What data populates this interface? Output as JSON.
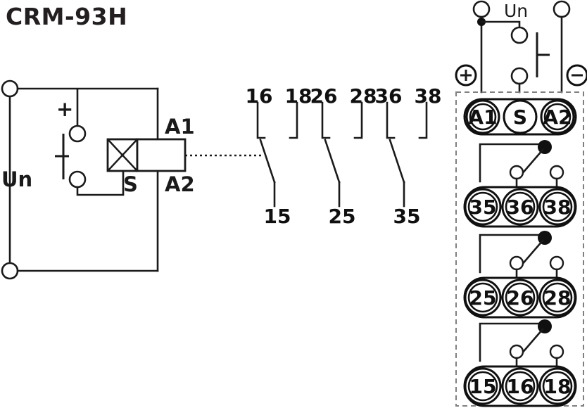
{
  "title": "CRM-93H",
  "left_circuit": {
    "supply_label": "Un",
    "polarity_label": "+",
    "control_input_label": "S",
    "coil_terminal_top": "A1",
    "coil_terminal_bottom": "A2",
    "icons": {
      "supply_terminal_top": "terminal-circle-icon",
      "supply_terminal_bottom": "terminal-circle-icon",
      "pushbutton": "pushbutton-icon",
      "coil": "relay-coil-icon"
    }
  },
  "contacts": {
    "top_labels": [
      "16",
      "18",
      "26",
      "28",
      "36",
      "38"
    ],
    "bottom_labels": [
      "15",
      "25",
      "35"
    ],
    "groups": [
      {
        "common": "15",
        "nc": "16",
        "no": "18"
      },
      {
        "common": "25",
        "nc": "26",
        "no": "28"
      },
      {
        "common": "35",
        "nc": "36",
        "no": "38"
      }
    ],
    "link_icon": "mechanical-link-dotted-icon"
  },
  "terminal_panel": {
    "supply_label": "Un",
    "plus_label": "+",
    "minus_label": "–",
    "pushbutton_icon": "pushbutton-icon",
    "rows": [
      {
        "name": "control-row",
        "terminals": [
          "A1",
          "S",
          "A2"
        ],
        "double_ring": [
          true,
          false,
          true
        ]
      },
      {
        "name": "contact-row-3",
        "terminals": [
          "35",
          "36",
          "38"
        ],
        "double_ring": [
          true,
          true,
          true
        ]
      },
      {
        "name": "contact-row-2",
        "terminals": [
          "25",
          "26",
          "28"
        ],
        "double_ring": [
          true,
          true,
          true
        ]
      },
      {
        "name": "contact-row-1",
        "terminals": [
          "15",
          "16",
          "18"
        ],
        "double_ring": [
          true,
          true,
          true
        ]
      }
    ]
  },
  "colors": {
    "ink": "#1a1a1a",
    "title": "#231f20",
    "dash_border": "#808080",
    "background": "#ffffff"
  }
}
